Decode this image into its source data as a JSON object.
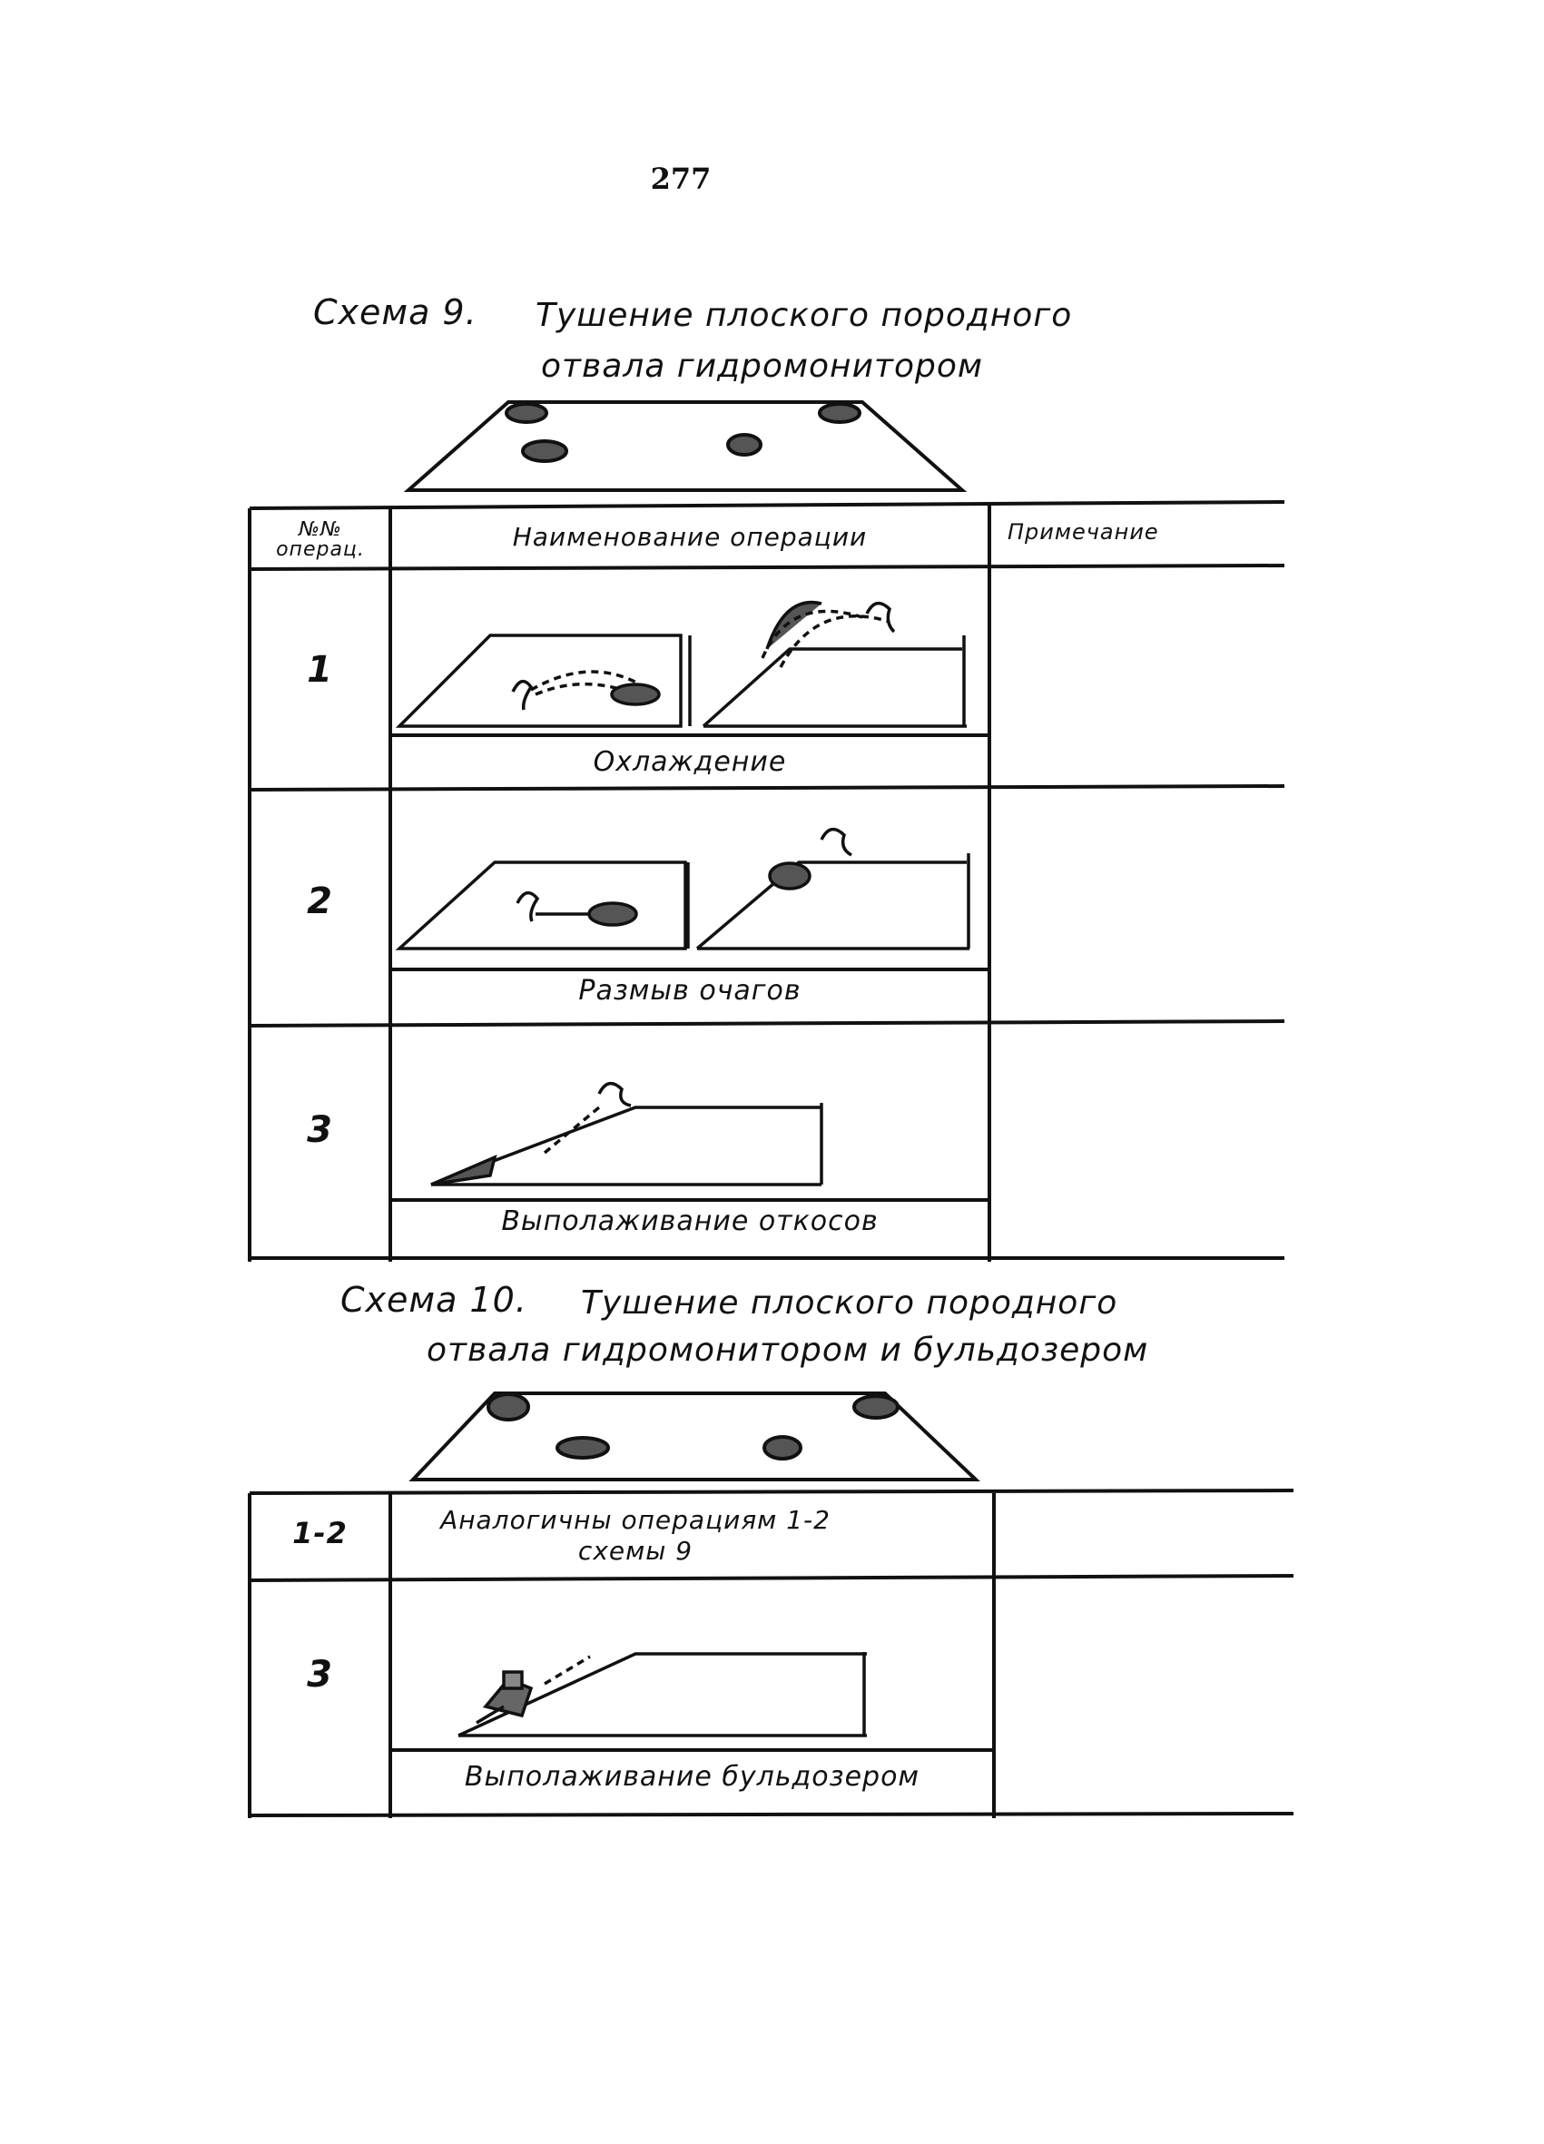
{
  "page": {
    "number": "277"
  },
  "scheme9": {
    "label": "Схема 9.",
    "title_line1": "Тушение плоского породного",
    "title_line2": "отвала гидромонитором",
    "table": {
      "headers": {
        "num": "№№ операц.",
        "name": "Наименование операции",
        "note": "Примечание"
      },
      "rows": [
        {
          "num": "1",
          "caption": "Охлаждение"
        },
        {
          "num": "2",
          "caption": "Размыв очагов"
        },
        {
          "num": "3",
          "caption": "Выполаживание откосов"
        }
      ]
    }
  },
  "scheme10": {
    "label": "Схема 10.",
    "title_line1": "Тушение плоского породного",
    "title_line2": "отвала гидромонитором и бульдозером",
    "table": {
      "rows": [
        {
          "num": "1-2",
          "text_line1": "Аналогичны операциям 1-2",
          "text_line2": "схемы 9"
        },
        {
          "num": "3",
          "caption": "Выполаживание бульдозером"
        }
      ]
    }
  }
}
